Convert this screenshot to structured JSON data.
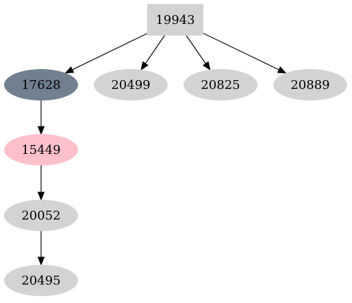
{
  "graph": {
    "nodes": [
      {
        "id": "n19943",
        "label": "19943",
        "shape": "box",
        "fill": "#d3d3d3"
      },
      {
        "id": "n17628",
        "label": "17628",
        "shape": "ellipse",
        "fill": "#708090"
      },
      {
        "id": "n20499",
        "label": "20499",
        "shape": "ellipse",
        "fill": "#d3d3d3"
      },
      {
        "id": "n20825",
        "label": "20825",
        "shape": "ellipse",
        "fill": "#d3d3d3"
      },
      {
        "id": "n20889",
        "label": "20889",
        "shape": "ellipse",
        "fill": "#d3d3d3"
      },
      {
        "id": "n15449",
        "label": "15449",
        "shape": "ellipse",
        "fill": "#ffc0cb"
      },
      {
        "id": "n20052",
        "label": "20052",
        "shape": "ellipse",
        "fill": "#d3d3d3"
      },
      {
        "id": "n20495",
        "label": "20495",
        "shape": "ellipse",
        "fill": "#d3d3d3"
      }
    ],
    "edges": [
      {
        "from": "n19943",
        "to": "n17628"
      },
      {
        "from": "n19943",
        "to": "n20499"
      },
      {
        "from": "n19943",
        "to": "n20825"
      },
      {
        "from": "n19943",
        "to": "n20889"
      },
      {
        "from": "n17628",
        "to": "n15449"
      },
      {
        "from": "n15449",
        "to": "n20052"
      },
      {
        "from": "n20052",
        "to": "n20495"
      }
    ]
  }
}
